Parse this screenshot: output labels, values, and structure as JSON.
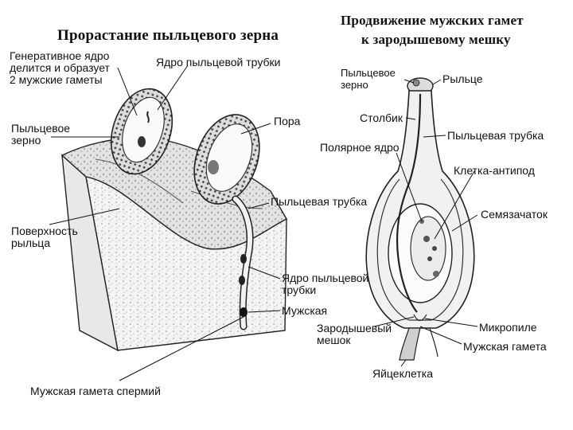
{
  "left_panel": {
    "title": "Прорастание пыльцевого зерна",
    "labels": {
      "generative_line1": "Генеративное ядро",
      "generative_line2": "делится и образует",
      "generative_line3": "2 мужские гаметы",
      "tube_nucleus_top": "Ядро пыльцевой трубки",
      "pollen_grain_line1": "Пыльцевое",
      "pollen_grain_line2": "зерно",
      "pore": "Пора",
      "pollen_tube": "Пыльцевая трубка",
      "stigma_surface_line1": "Поверхность",
      "stigma_surface_line2": "рыльца",
      "tube_nucleus_line1": "Ядро пыльцевой",
      "tube_nucleus_line2": "трубки",
      "male": "Мужская",
      "male_gamete_sperm": "Мужская гамета спермий"
    }
  },
  "right_panel": {
    "title_line1": "Продвижение мужских гамет",
    "title_line2": "к зародышевому мешку",
    "labels": {
      "pollen_grain_line1": "Пыльцевое",
      "pollen_grain_line2": "зерно",
      "stigma": "Рыльце",
      "style": "Столбик",
      "pollen_tube": "Пыльцевая трубка",
      "polar_nucleus": "Полярное ядро",
      "antipodal_cell": "Клетка-антипод",
      "ovule": "Семязачаток",
      "embryo_sac_line1": "Зародышевый",
      "embryo_sac_line2": "мешок",
      "micropyle": "Микропиле",
      "male_gamete": "Мужская гамета",
      "egg_cell": "Яйцеклетка"
    }
  }
}
